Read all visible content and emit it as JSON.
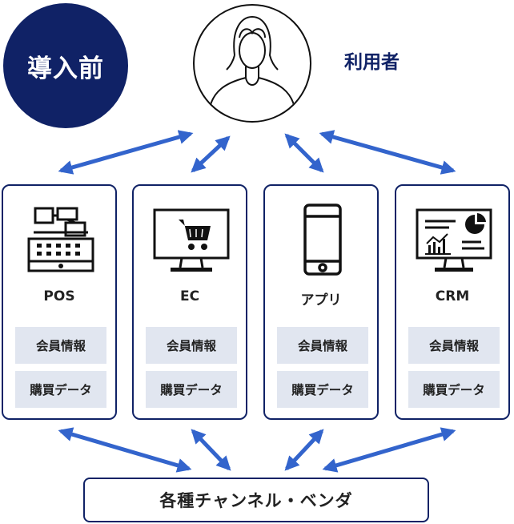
{
  "badge": {
    "label": "導入前"
  },
  "user": {
    "label": "利用者",
    "icon": "person-outline-icon"
  },
  "channels": [
    {
      "name": "POS",
      "icon": "pos-register-icon",
      "info": [
        "会員情報",
        "購買データ"
      ]
    },
    {
      "name": "EC",
      "icon": "monitor-cart-icon",
      "info": [
        "会員情報",
        "購買データ"
      ]
    },
    {
      "name": "アプリ",
      "icon": "smartphone-icon",
      "info": [
        "会員情報",
        "購買データ"
      ]
    },
    {
      "name": "CRM",
      "icon": "monitor-dashboard-icon",
      "info": [
        "会員情報",
        "購買データ"
      ]
    }
  ],
  "vendor": {
    "label": "各種チャンネル・ベンダ"
  },
  "colors": {
    "navy": "#102266",
    "arrow": "#3364cc",
    "info_bg": "#e1e6f0"
  }
}
